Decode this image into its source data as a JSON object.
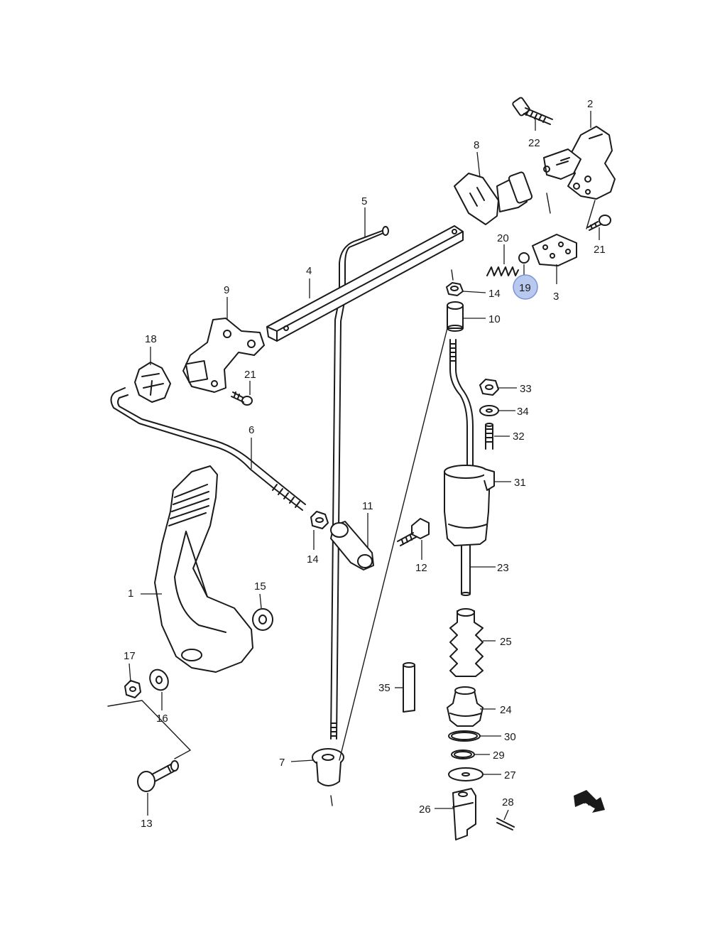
{
  "callouts": {
    "c1": "1",
    "c2": "2",
    "c3": "3",
    "c4": "4",
    "c5": "5",
    "c6": "6",
    "c7": "7",
    "c8": "8",
    "c9": "9",
    "c10": "10",
    "c11": "11",
    "c12": "12",
    "c13": "13",
    "c14a": "14",
    "c14b": "14",
    "c15": "15",
    "c16": "16",
    "c17": "17",
    "c18": "18",
    "c19": "19",
    "c20": "20",
    "c21a": "21",
    "c21b": "21",
    "c22": "22",
    "c23": "23",
    "c24": "24",
    "c25": "25",
    "c26": "26",
    "c27": "27",
    "c28": "28",
    "c29": "29",
    "c30": "30",
    "c31": "31",
    "c32": "32",
    "c33": "33",
    "c34": "34",
    "c35": "35"
  },
  "highlighted_callout": "19",
  "highlight_color": "#b9c8ef",
  "fwd_label": "FWD"
}
